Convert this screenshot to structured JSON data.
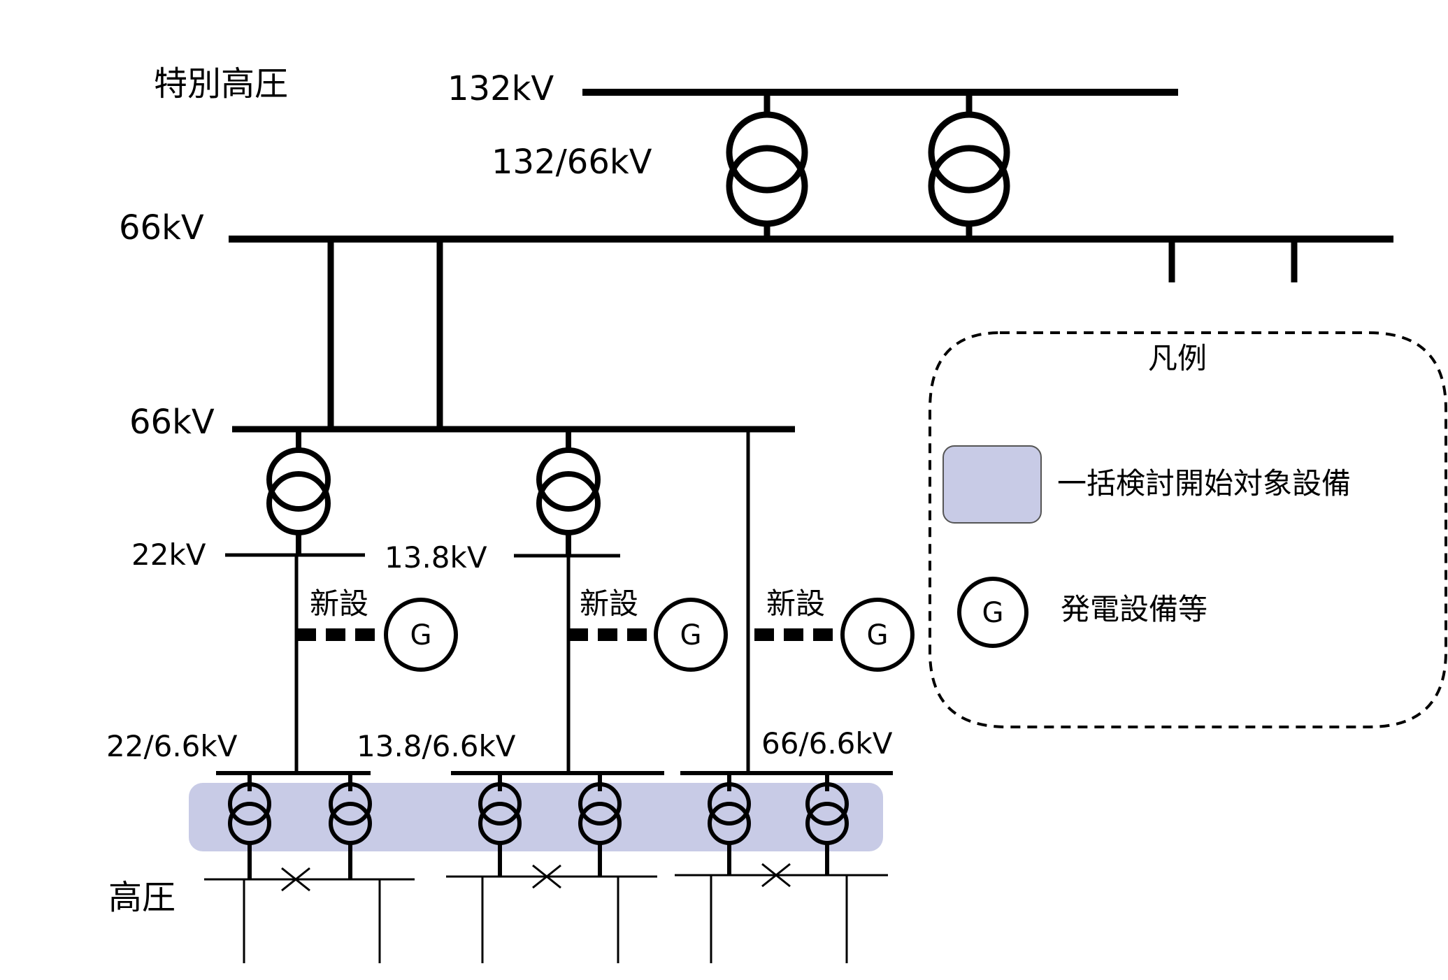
{
  "labels": {
    "extra_high_voltage": "特別高圧",
    "bus_132kv": "132kV",
    "transformer_132_66": "132/66kV",
    "bus_66kv_upper": "66kV",
    "bus_66kv_lower": "66kV",
    "bus_22kv": "22kV",
    "bus_13_8kv": "13.8kV",
    "new_install_1": "新設",
    "new_install_2": "新設",
    "new_install_3": "新設",
    "transformer_22_6_6": "22/6.6kV",
    "transformer_13_8_6_6": "13.8/6.6kV",
    "transformer_66_6_6": "66/6.6kV",
    "high_voltage": "高圧"
  },
  "generator": {
    "symbol_1": "G",
    "symbol_2": "G",
    "symbol_3": "G"
  },
  "legend": {
    "title": "凡例",
    "target_label": "一括検討開始対象設備",
    "generator_symbol": "G",
    "generator_label": "発電設備等"
  },
  "colors": {
    "target_fill": "#c8cbe6",
    "line": "#000000"
  }
}
